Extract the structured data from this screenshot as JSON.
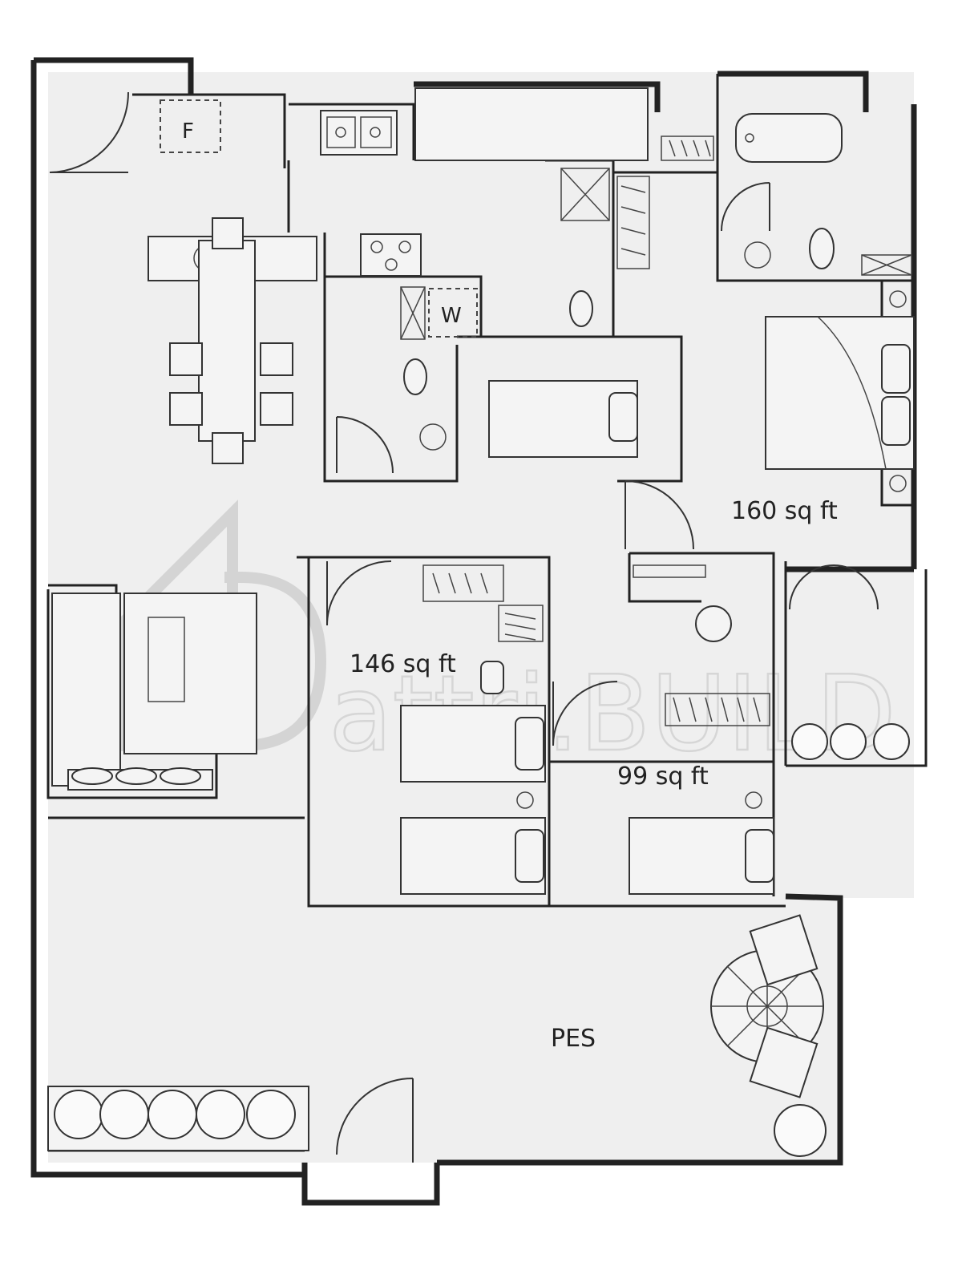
{
  "rooms": {
    "master_bedroom": {
      "area": "160 sq ft"
    },
    "bedroom_2": {
      "area": "146 sq ft"
    },
    "bedroom_3": {
      "area": "99 sq ft"
    },
    "pes": {
      "label": "PES"
    }
  },
  "fixtures": {
    "fridge": "F",
    "washer": "W"
  },
  "watermark": {
    "brand": "attri.BUILD"
  }
}
